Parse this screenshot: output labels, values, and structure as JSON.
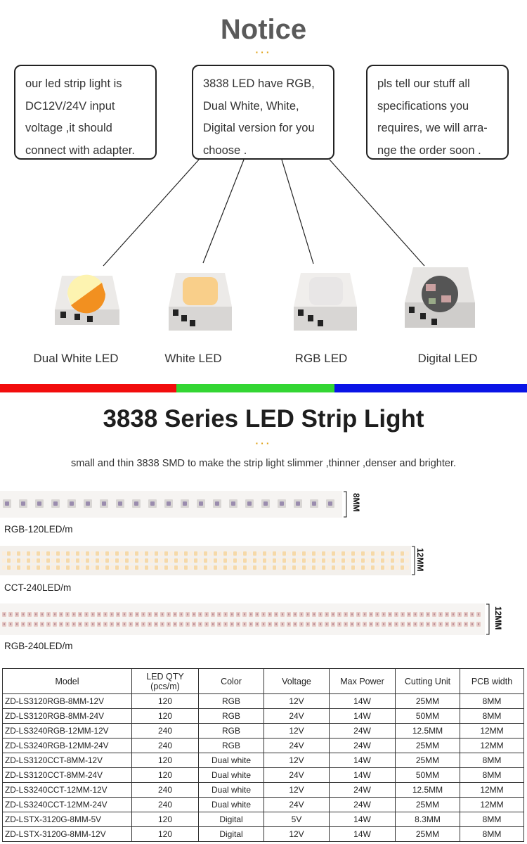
{
  "notice": {
    "title": "Notice",
    "dots": "···",
    "boxes": [
      "our led strip light is DC12V/24V input voltage ,it should connect with adapter.",
      "3838 LED have RGB, Dual White, White, Digital version for you choose .",
      "pls tell our stuff all specifications you requires, we will arra-nge the order soon ."
    ]
  },
  "leds": [
    {
      "label": "Dual White LED",
      "icon": "dual-white-led-chip"
    },
    {
      "label": "White LED",
      "icon": "white-led-chip"
    },
    {
      "label": "RGB LED",
      "icon": "rgb-led-chip"
    },
    {
      "label": "Digital LED",
      "icon": "digital-led-chip"
    }
  ],
  "colors": {
    "red": "#f20d0d",
    "green": "#33d633",
    "blue": "#0a14e6",
    "accent": "#e0a31a"
  },
  "series": {
    "title": "3838 Series LED Strip Light",
    "dots": "···",
    "subtitle": "small and thin 3838 SMD to make the strip light slimmer ,thinner ,denser and brighter."
  },
  "strips": [
    {
      "label": "RGB-120LED/m",
      "width_mark": "8MM"
    },
    {
      "label": "CCT-240LED/m",
      "width_mark": "12MM"
    },
    {
      "label": "RGB-240LED/m",
      "width_mark": "12MM"
    }
  ],
  "table": {
    "headers": [
      "Model",
      "LED QTY\n(pcs/m)",
      "Color",
      "Voltage",
      "Max Power",
      "Cutting Unit",
      "PCB width"
    ],
    "rows": [
      [
        "ZD-LS3120RGB-8MM-12V",
        "120",
        "RGB",
        "12V",
        "14W",
        "25MM",
        "8MM"
      ],
      [
        "ZD-LS3120RGB-8MM-24V",
        "120",
        "RGB",
        "24V",
        "14W",
        "50MM",
        "8MM"
      ],
      [
        "ZD-LS3240RGB-12MM-12V",
        "240",
        "RGB",
        "12V",
        "24W",
        "12.5MM",
        "12MM"
      ],
      [
        "ZD-LS3240RGB-12MM-24V",
        "240",
        "RGB",
        "24V",
        "24W",
        "25MM",
        "12MM"
      ],
      [
        "ZD-LS3120CCT-8MM-12V",
        "120",
        "Dual white",
        "12V",
        "14W",
        "25MM",
        "8MM"
      ],
      [
        "ZD-LS3120CCT-8MM-24V",
        "120",
        "Dual white",
        "24V",
        "14W",
        "50MM",
        "8MM"
      ],
      [
        "ZD-LS3240CCT-12MM-12V",
        "240",
        "Dual white",
        "12V",
        "24W",
        "12.5MM",
        "12MM"
      ],
      [
        "ZD-LS3240CCT-12MM-24V",
        "240",
        "Dual white",
        "24V",
        "24W",
        "25MM",
        "12MM"
      ],
      [
        "ZD-LSTX-3120G-8MM-5V",
        "120",
        "Digital",
        "5V",
        "14W",
        "8.3MM",
        "8MM"
      ],
      [
        "ZD-LSTX-3120G-8MM-12V",
        "120",
        "Digital",
        "12V",
        "14W",
        "25MM",
        "8MM"
      ]
    ]
  }
}
